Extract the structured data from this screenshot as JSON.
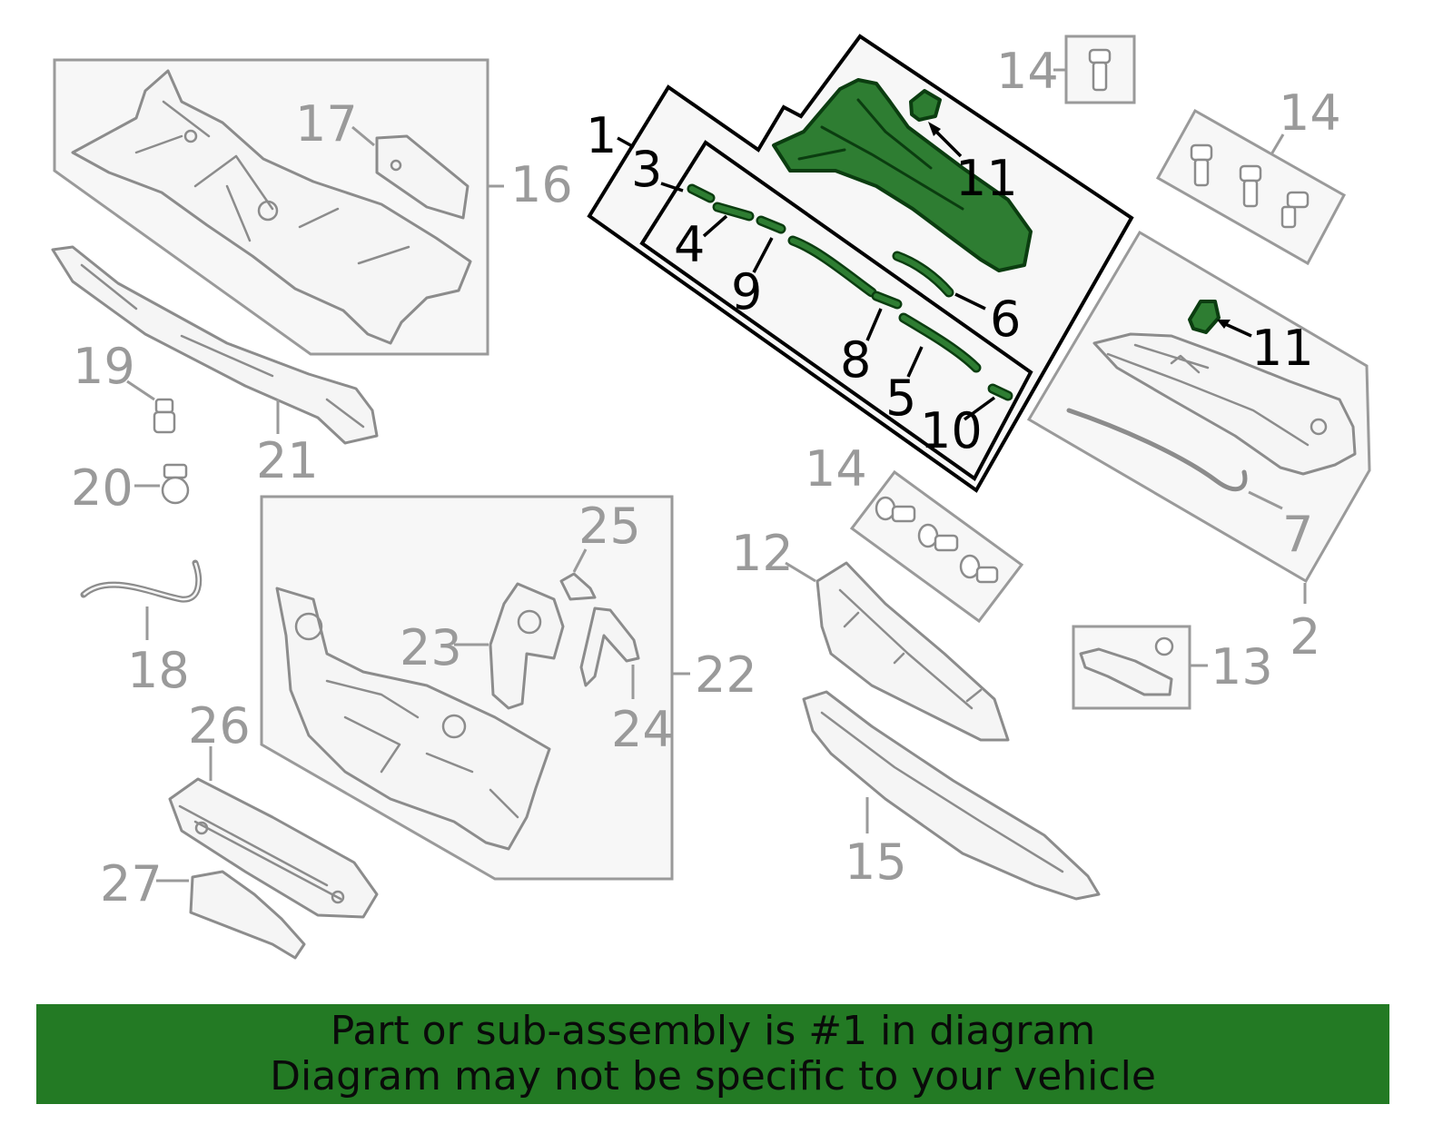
{
  "callouts": {
    "c1": "1",
    "c2": "2",
    "c3": "3",
    "c4": "4",
    "c5": "5",
    "c6": "6",
    "c7": "7",
    "c8": "8",
    "c9": "9",
    "c10": "10",
    "c11a": "11",
    "c11b": "11",
    "c12": "12",
    "c13": "13",
    "c14a": "14",
    "c14b": "14",
    "c14c": "14",
    "c15": "15",
    "c16": "16",
    "c17": "17",
    "c18": "18",
    "c19": "19",
    "c20": "20",
    "c21": "21",
    "c22": "22",
    "c23": "23",
    "c24": "24",
    "c25": "25",
    "c26": "26",
    "c27": "27"
  },
  "banner": {
    "line1": "Part or sub-assembly is #1 in diagram",
    "line2": "Diagram may not be specific to your vehicle"
  },
  "colors": {
    "highlight": "#2e7d32",
    "banner_background": "#237a24",
    "inactive_lines": "#9a9a9a"
  }
}
